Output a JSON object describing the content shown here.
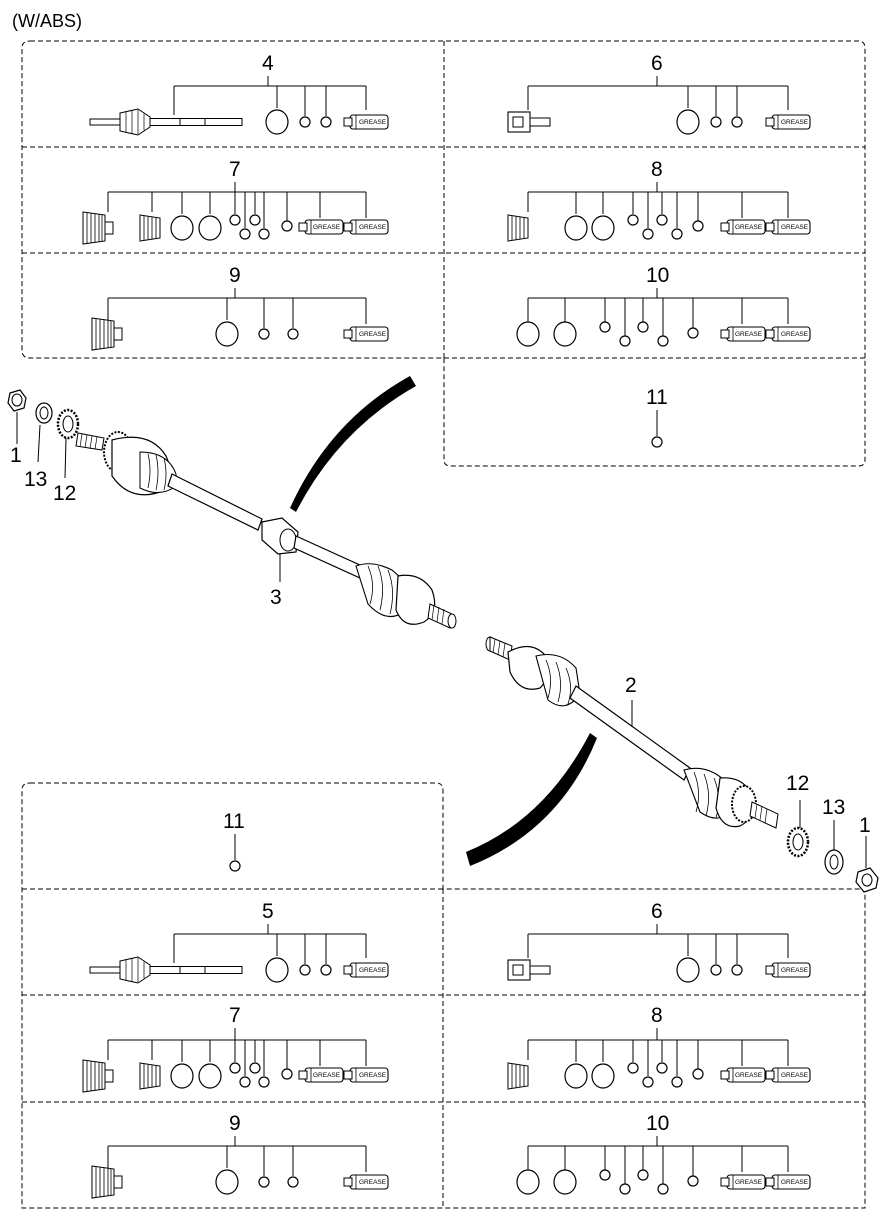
{
  "header": {
    "title": "(W/ABS)"
  },
  "colors": {
    "ink": "#000000",
    "paper": "#ffffff"
  },
  "grease_label": "GREASE",
  "top_group": {
    "numbers": {
      "n4": "4",
      "n6": "6",
      "n7": "7",
      "n8": "8",
      "n9": "9",
      "n10": "10",
      "n11": "11"
    }
  },
  "bottom_group": {
    "numbers": {
      "n11": "11",
      "n5": "5",
      "n6": "6",
      "n7": "7",
      "n8": "8",
      "n9": "9",
      "n10": "10"
    }
  },
  "shaft_callouts": {
    "left_nut": "1",
    "left_washer": "13",
    "left_ring": "12",
    "dynamic_damper": "3",
    "right_shaft": "2",
    "right_ring": "12",
    "right_washer": "13",
    "right_nut": "1"
  }
}
